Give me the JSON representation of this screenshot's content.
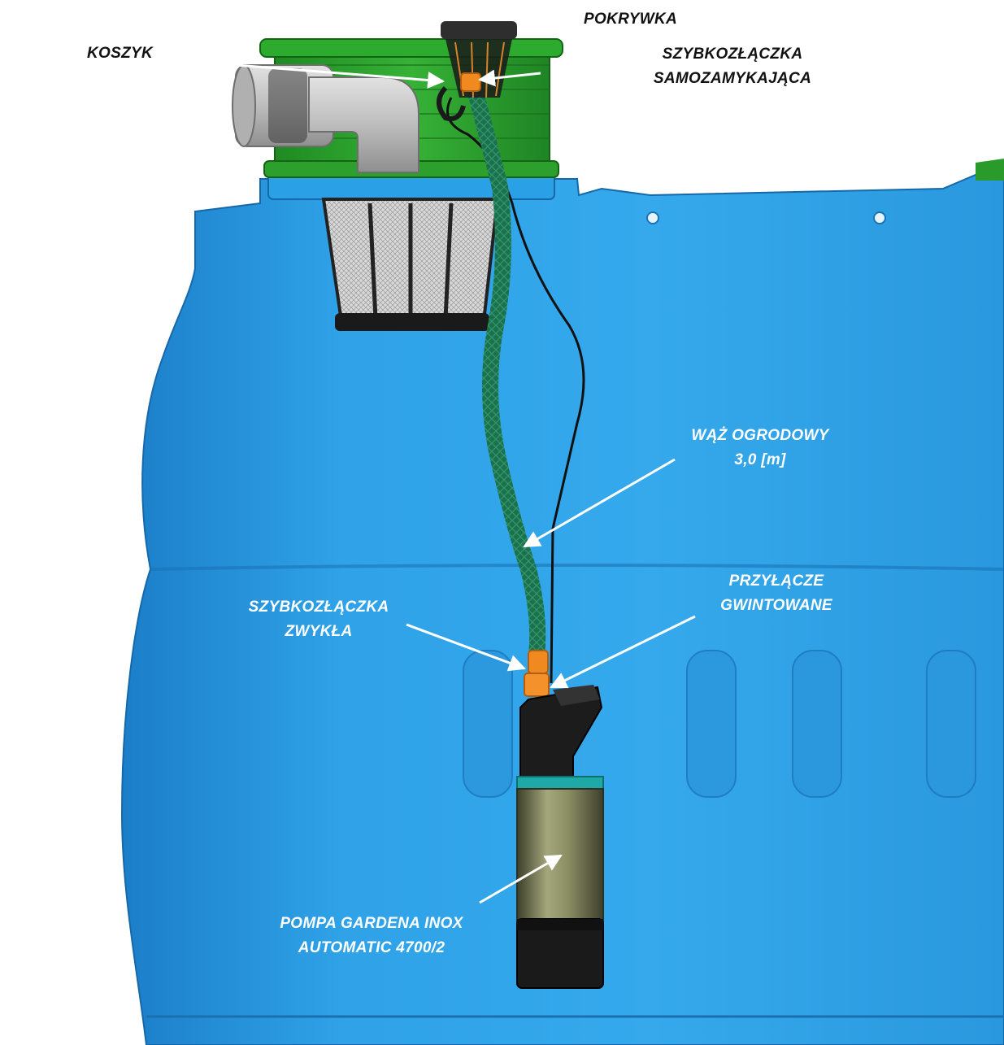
{
  "labels": {
    "koszyk": "KOSZYK",
    "pokrywka": "POKRYWKA",
    "szybkozlaczka_samozamykajaca": [
      "SZYBKOZŁĄCZKA",
      "SAMOZAMYKAJĄCA"
    ],
    "waz_ogrodowy": [
      "WĄŻ OGRODOWY",
      "3,0 [m]"
    ],
    "przylacze_gwintowane": [
      "PRZYŁĄCZE",
      "GWINTOWANE"
    ],
    "szybkozlaczka_zwykla": [
      "SZYBKOZŁĄCZKA",
      "ZWYKŁA"
    ],
    "pompa": [
      "POMPA GARDENA INOX",
      "AUTOMATIC 4700/2"
    ]
  },
  "colors": {
    "tank_blue": "#2f9fe3",
    "tank_blue_dark": "#1a77bd",
    "lid_green": "#2a9a2a",
    "hose_green": "#1f7a55",
    "connector_orange": "#f08a20",
    "pump_black": "#1c1c1c",
    "pump_steel": "#8a8d68",
    "pump_teal": "#1fa9a6",
    "pipe_grey": "#c4c4c4"
  }
}
